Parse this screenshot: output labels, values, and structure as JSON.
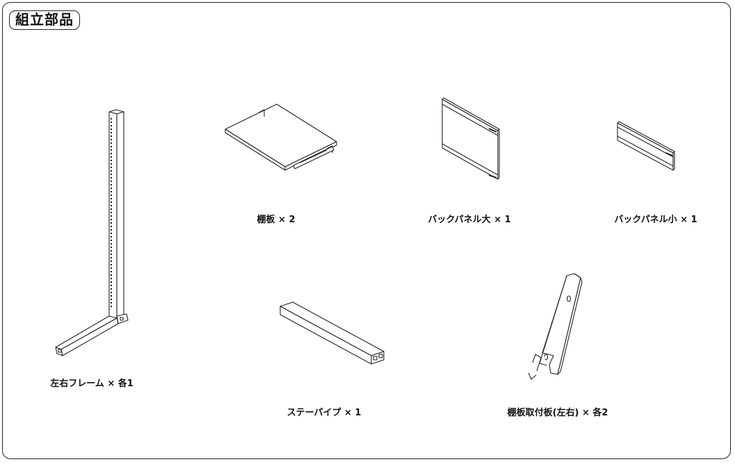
{
  "title": "組立部品",
  "parts": {
    "frame": {
      "label": "左右フレーム × 各1"
    },
    "shelf": {
      "label": "棚板 × 2"
    },
    "back_large": {
      "label": "バックパネル大 × 1"
    },
    "back_small": {
      "label": "バックパネル小 × 1"
    },
    "stay_pipe": {
      "label": "ステーパイプ × 1"
    },
    "bracket": {
      "label": "棚板取付板(左右) × 各2"
    }
  }
}
